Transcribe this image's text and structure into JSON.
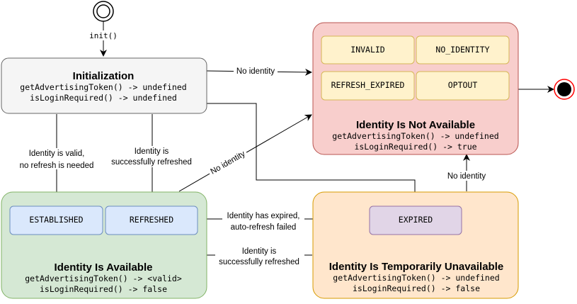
{
  "start_label": "init()",
  "states": {
    "initialization": {
      "title": "Initialization",
      "line1": "getAdvertisingToken() -> undefined",
      "line2": "isLoginRequired() -> undefined"
    },
    "not_available": {
      "title": "Identity Is Not Available",
      "line1": "getAdvertisingToken() -> undefined",
      "line2": "isLoginRequired() -> true",
      "substates": [
        "INVALID",
        "NO_IDENTITY",
        "REFRESH_EXPIRED",
        "OPTOUT"
      ]
    },
    "available": {
      "title": "Identity Is Available",
      "line1": "getAdvertisingToken() -> <valid>",
      "line2": "isLoginRequired() -> false",
      "substates": [
        "ESTABLISHED",
        "REFRESHED"
      ]
    },
    "temporarily_unavailable": {
      "title": "Identity Is Temporarily Unavailable",
      "line1": "getAdvertisingToken() -> undefined",
      "line2": "isLoginRequired() -> false",
      "substates": [
        "EXPIRED"
      ]
    }
  },
  "transitions": {
    "init_no_identity": "No identity",
    "init_valid": [
      "Identity is valid,",
      "no refresh is needed"
    ],
    "init_refreshed": [
      "Identity is",
      "successfully refreshed"
    ],
    "available_no_identity": "No identity",
    "expired_autorefresh": [
      "Identity has expired,",
      "auto-refresh failed"
    ],
    "temp_refreshed": [
      "Identity is",
      "successfully refreshed"
    ],
    "temp_no_identity": "No identity"
  },
  "colors": {
    "initialization_fill": "#f5f5f5",
    "initialization_stroke": "#666666",
    "not_available_fill": "#f8cecc",
    "not_available_stroke": "#b85450",
    "available_fill": "#d5e8d4",
    "available_stroke": "#82b366",
    "temp_fill": "#ffe6cc",
    "temp_stroke": "#d79b00",
    "substate_yellow_fill": "#fff2cc",
    "substate_yellow_stroke": "#d6b656",
    "substate_blue_fill": "#dae8fc",
    "substate_blue_stroke": "#6c8ebf",
    "substate_purple_fill": "#e1d5e7",
    "substate_purple_stroke": "#9673a6",
    "end_marker": "#ff0000"
  }
}
